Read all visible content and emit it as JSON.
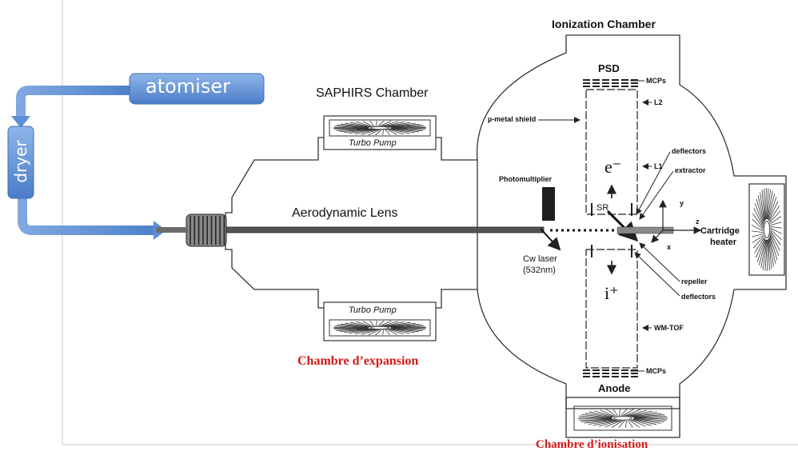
{
  "labels": {
    "atomiser": "atomiser",
    "dryer": "dryer",
    "saphirs_chamber": "SAPHIRS Chamber",
    "ionization_chamber": "Ionization Chamber",
    "turbo_pump_top": "Turbo Pump",
    "turbo_pump_bottom": "Turbo Pump",
    "aerodynamic_lens": "Aerodynamic Lens",
    "photomultiplier": "Photomultiplier",
    "cw_laser": "Cw laser",
    "cw_laser_wavelength": "(532nm)",
    "psd": "PSD",
    "anode": "Anode",
    "mcps_top": "MCPs",
    "mcps_bottom": "MCPs",
    "mu_metal_shield": "µ-metal shield",
    "l2": "L2",
    "l1": "L1",
    "deflectors_top": "deflectors",
    "extractor": "extractor",
    "repeller": "repeller",
    "deflectors_bottom": "deflectors",
    "wm_tof": "WM-TOF",
    "sr": "SR",
    "electron": "e⁻",
    "ion": "i⁺",
    "axis_x": "x",
    "axis_y": "y",
    "axis_z": "z",
    "cartridge_heater_line1": "Cartridge",
    "cartridge_heater_line2": "heater",
    "chambre_expansion": "Chambre d’expansion",
    "chambre_ionisation": "Chambre d’ionisation"
  },
  "colors": {
    "flow_blue": "#5b8fd6",
    "flow_blue_dark": "#3d6fb8",
    "annotation_red": "#d11a1a",
    "line": "#333333"
  }
}
